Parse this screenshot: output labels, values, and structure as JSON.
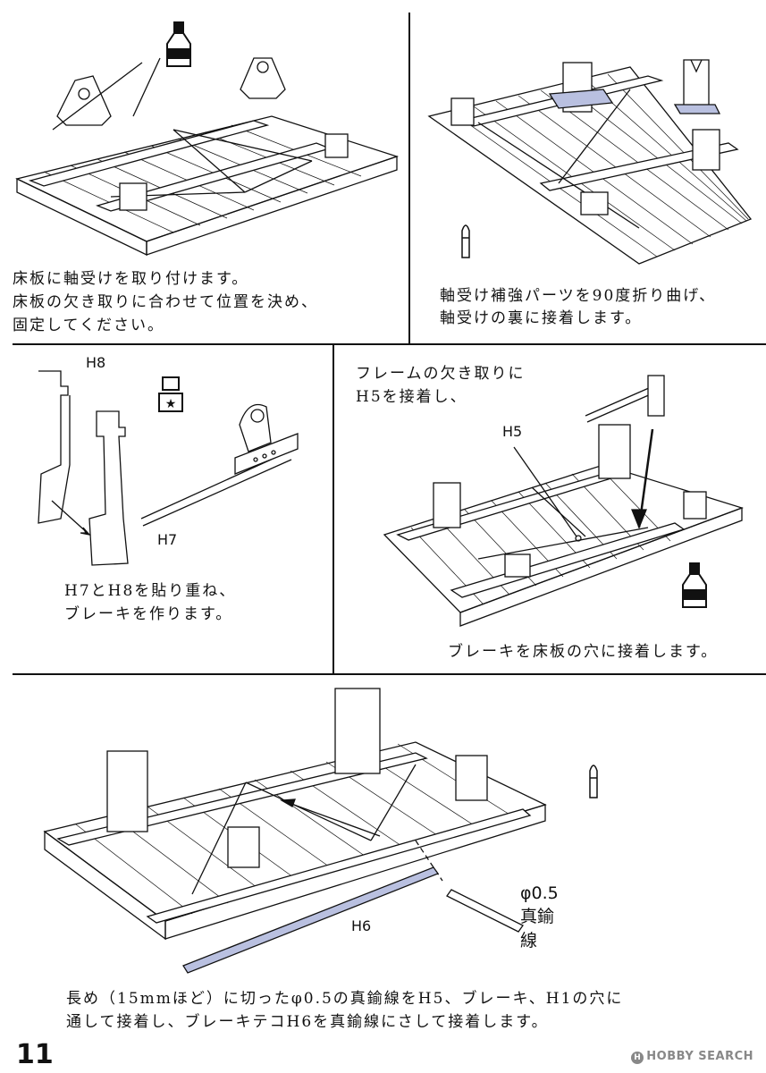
{
  "step1": {
    "line1": "床板に軸受けを取り付けます。",
    "line2": "床板の欠き取りに合わせて位置を決め、",
    "line3": "固定してください。"
  },
  "step2": {
    "line1": "軸受け補強パーツを90度折り曲げ、",
    "line2": "軸受けの裏に接着します。"
  },
  "step3": {
    "label_h8": "H8",
    "label_h7": "H7",
    "line1": "H7とH8を貼り重ね、",
    "line2": "ブレーキを作ります。"
  },
  "step4": {
    "top_line1": "フレームの欠き取りに",
    "top_line2": "H5を接着し、",
    "label_h5": "H5",
    "bottom": "ブレーキを床板の穴に接着します。"
  },
  "step5": {
    "wire_label": "φ0.5 真鍮線",
    "label_h6": "H6",
    "line1": "長め（15mmほど）に切ったφ0.5の真鍮線をH5、ブレーキ、H1の穴に",
    "line2": "通して接着し、ブレーキテコH6を真鍮線にさして接着します。"
  },
  "page_number": "11",
  "brand": {
    "icon": "H",
    "text": "HOBBY SEARCH"
  },
  "icons": [
    "glue-bottle-icon",
    "file-tool-icon",
    "pliers-star-icon"
  ],
  "colors": {
    "ink": "#111111",
    "part_highlight": "#b9c0e0"
  }
}
